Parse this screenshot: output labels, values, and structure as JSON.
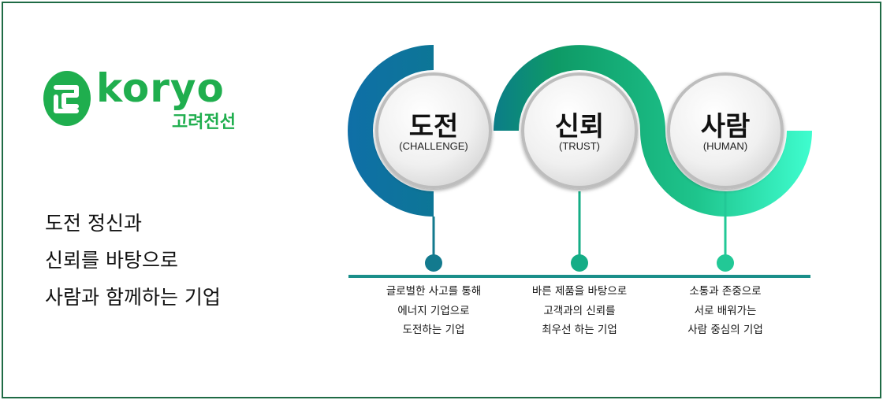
{
  "brand": {
    "wordmark": "koryo",
    "korean_name": "고려전선",
    "color": "#1fae4e"
  },
  "slogan": {
    "lines": [
      "도전 정신과",
      "신뢰를 바탕으로",
      "사람과 함께하는 기업"
    ]
  },
  "values": [
    {
      "title": "도전",
      "subtitle": "(CHALLENGE)",
      "description": [
        "글로벌한 사고를 통해",
        "에너지 기업으로",
        "도전하는 기업"
      ]
    },
    {
      "title": "신뢰",
      "subtitle": "(TRUST)",
      "description": [
        "바른 제품을 바탕으로",
        "고객과의 신뢰를",
        "최우선 하는 기업"
      ]
    },
    {
      "title": "사람",
      "subtitle": "(HUMAN)",
      "description": [
        "소통과 존중으로",
        "서로 배워가는",
        "사람 중심의 기업"
      ]
    }
  ],
  "colors": {
    "frame": "#1f6b45",
    "ribbon_start": "#0f6fa7",
    "ribbon_mid": "#0e9a66",
    "ribbon_end": "#3ffdcf",
    "timeline": "#1a8f8a"
  }
}
